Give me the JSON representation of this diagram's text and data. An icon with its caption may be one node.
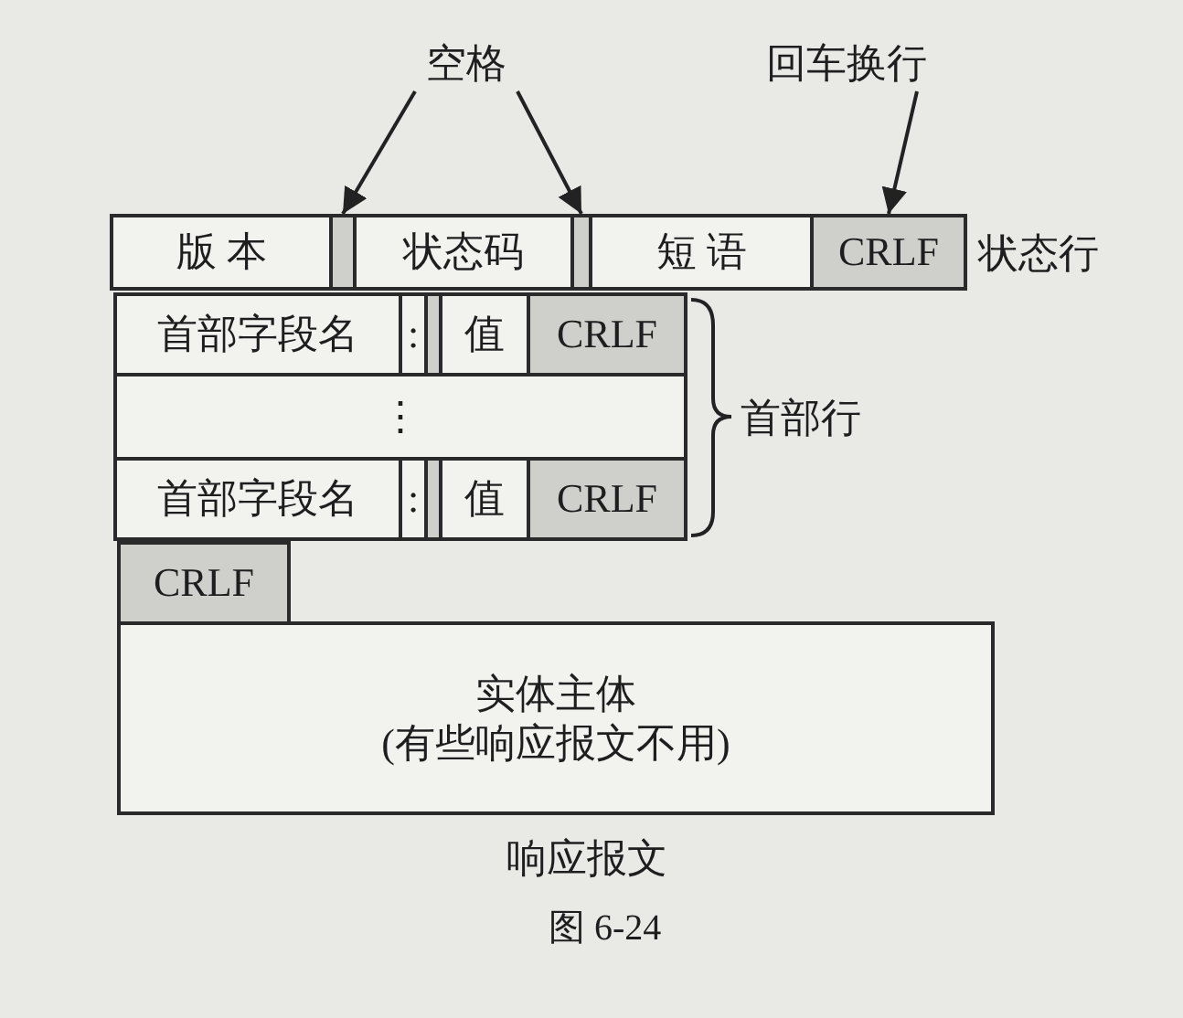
{
  "diagram": {
    "nodes": [
      {
        "text": [
          "版 本"
        ]
      },
      {
        "text": [],
        "shape": "box"
      },
      {
        "text": [
          "状态码"
        ]
      },
      {
        "text": [],
        "shape": "box"
      },
      {
        "text": [
          "短 语"
        ]
      },
      {
        "text": [
          "CRLF"
        ]
      },
      {
        "text": [
          "空格"
        ]
      },
      {
        "text": [
          "回车换行"
        ]
      },
      {
        "text": [
          "首部字段名"
        ]
      },
      {
        "text": [
          ":"
        ]
      },
      {
        "text": [],
        "shape": "box"
      },
      {
        "text": [
          "值"
        ]
      },
      {
        "text": [
          "CRLF"
        ]
      },
      {
        "text": [
          "⋮"
        ]
      },
      {
        "text": [
          "首部字段名"
        ]
      },
      {
        "text": [
          ":"
        ]
      },
      {
        "text": [],
        "shape": "box"
      },
      {
        "text": [
          "值"
        ]
      },
      {
        "text": [
          "CRLF"
        ]
      },
      {
        "text": [
          "CRLF"
        ]
      },
      {
        "text": [
          "实体主体",
          "(有些响应报文不用)"
        ]
      }
    ],
    "edges": [
      {
        "from": 6,
        "to": 1,
        "arrow": "to"
      },
      {
        "from": 6,
        "to": 3,
        "arrow": "to"
      },
      {
        "from": 7,
        "to": 5,
        "arrow": "to"
      }
    ],
    "labels": [
      "状态行",
      "首部行",
      "响应报文",
      "图 6-24"
    ]
  }
}
